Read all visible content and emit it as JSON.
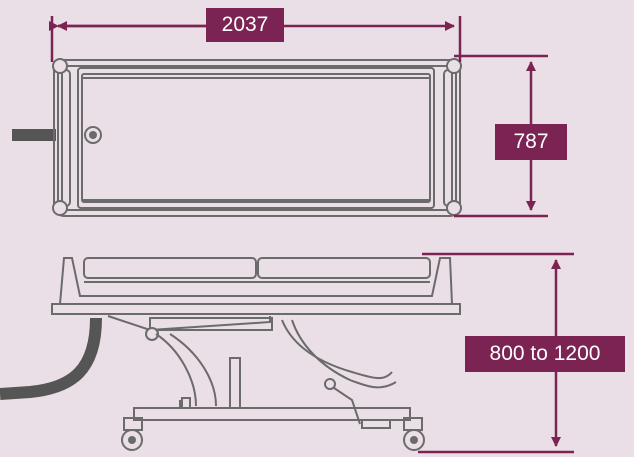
{
  "dimensions": {
    "width_label": "2037",
    "depth_label": "787",
    "height_label": "800 to 1200"
  },
  "colors": {
    "background": "#eadfe6",
    "dimension_accent": "#7b2352",
    "line_art": "#6b6b6b",
    "label_text": "#ffffff"
  }
}
